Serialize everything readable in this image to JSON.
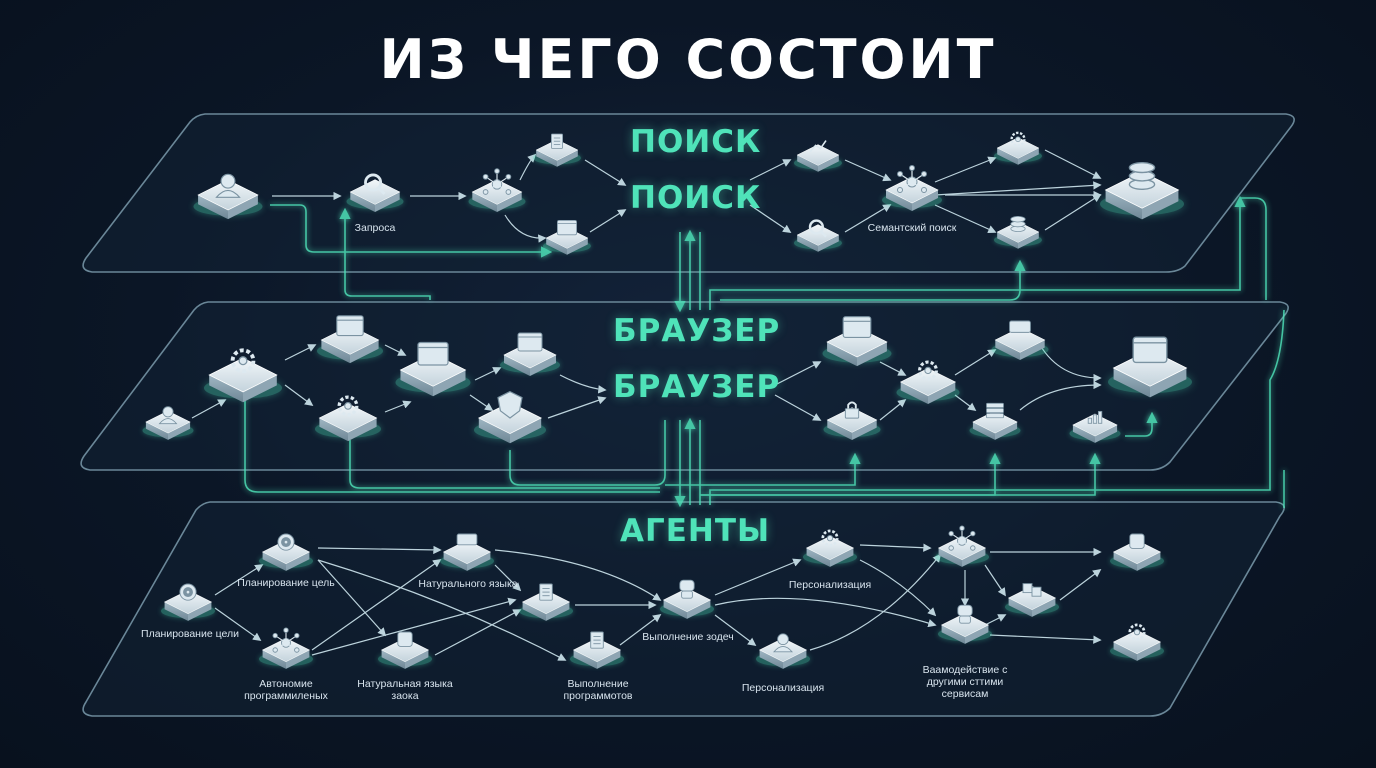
{
  "title": "ИЗ ЧЕГО СОСТОИТ",
  "colors": {
    "accent": "#4fe3b9",
    "panel_edge": "#5f7d8e",
    "background": "#0b1626"
  },
  "layers": [
    {
      "id": "search",
      "labels": [
        "ПОИСК",
        "ПОИСК"
      ]
    },
    {
      "id": "browser",
      "labels": [
        "БРАУЗЕР",
        "БРАУЗЕР"
      ]
    },
    {
      "id": "agents",
      "labels": [
        "АГЕНТЫ"
      ]
    }
  ],
  "nodes": {
    "search": {
      "user": {
        "icon": "user-icon"
      },
      "query": {
        "icon": "magnifier-icon",
        "label": "Запроса"
      },
      "network": {
        "icon": "network-icon"
      },
      "doc": {
        "icon": "document-icon"
      },
      "browser_window": {
        "icon": "browser-window-icon"
      },
      "graph": {
        "icon": "graph-icon"
      },
      "magnify2": {
        "icon": "magnifier-icon"
      },
      "semantic": {
        "icon": "semantic-network-icon",
        "label": "Семантский поиск"
      },
      "gear": {
        "icon": "gear-icon"
      },
      "db_small": {
        "icon": "database-icon"
      },
      "db_big": {
        "icon": "database-icon"
      }
    },
    "browser": {
      "user": {
        "icon": "user-icon"
      },
      "gear_big": {
        "icon": "gear-icon"
      },
      "code": {
        "icon": "code-window-icon"
      },
      "gear_small": {
        "icon": "gear-icon"
      },
      "pages": {
        "icon": "pages-icon"
      },
      "cards": {
        "icon": "cards-icon"
      },
      "shield": {
        "icon": "shield-check-icon"
      },
      "window": {
        "icon": "browser-window-icon"
      },
      "lock": {
        "icon": "lock-icon"
      },
      "gear_folder": {
        "icon": "gear-folder-icon"
      },
      "chat_person": {
        "icon": "chat-icon"
      },
      "server": {
        "icon": "server-icon"
      },
      "bars": {
        "icon": "bar-chart-icon"
      },
      "dashboard": {
        "icon": "dashboard-icon"
      }
    },
    "agents": {
      "target1": {
        "icon": "target-icon",
        "label": "Планирование цели"
      },
      "target2": {
        "icon": "target-icon",
        "label": "Планирование цель"
      },
      "autonomy": {
        "icon": "network-icon",
        "label": "Автономие программиленых"
      },
      "chat": {
        "icon": "chat-icon",
        "label": "Натурального языка"
      },
      "code_lang": {
        "icon": "code-icon",
        "label": "Натуральная языка заока"
      },
      "doc": {
        "icon": "document-icon"
      },
      "clipboard": {
        "icon": "clipboard-icon",
        "label": "Выполнение программотов"
      },
      "robot": {
        "icon": "robot-icon",
        "label": "Выполнение зодеч"
      },
      "personal1": {
        "icon": "user-gear-icon",
        "label": "Персонализация"
      },
      "personal2": {
        "icon": "user-icon",
        "label": "Персонализация"
      },
      "net": {
        "icon": "network-icon"
      },
      "robot2": {
        "icon": "robot-icon",
        "label": "Ваамодействие с другими сттими сервисам"
      },
      "boxes": {
        "icon": "boxes-icon"
      },
      "code_box": {
        "icon": "code-icon"
      },
      "person_gear": {
        "icon": "user-gear-icon"
      }
    }
  }
}
